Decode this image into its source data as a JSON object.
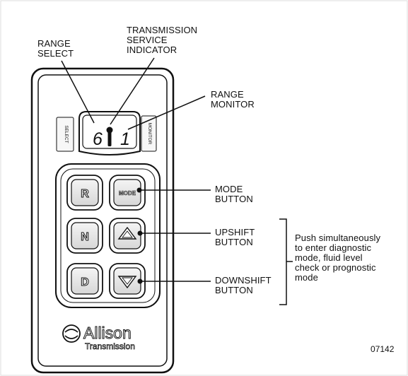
{
  "labels": {
    "range_select": [
      "RANGE",
      "SELECT"
    ],
    "service_indicator": [
      "TRANSMISSION",
      "SERVICE",
      "INDICATOR"
    ],
    "range_monitor": [
      "RANGE",
      "MONITOR"
    ],
    "mode_button": [
      "MODE",
      "BUTTON"
    ],
    "upshift_button": [
      "UPSHIFT",
      "BUTTON"
    ],
    "downshift_button": [
      "DOWNSHIFT",
      "BUTTON"
    ],
    "push_note": [
      "Push simultaneously",
      "to enter diagnostic",
      "mode, fluid level",
      "check or prognostic",
      "mode"
    ]
  },
  "display": {
    "select_digit": "6",
    "monitor_digit": "1",
    "left_tag": "SELECT",
    "right_tag": "MONITOR"
  },
  "buttons": {
    "r": "R",
    "n": "N",
    "d": "D",
    "mode": "MODE",
    "up_icon": "up-arrow-icon",
    "down_icon": "down-arrow-icon"
  },
  "logo": {
    "line1": "Allison",
    "line2": "Transmission"
  },
  "figure_number": "07142"
}
